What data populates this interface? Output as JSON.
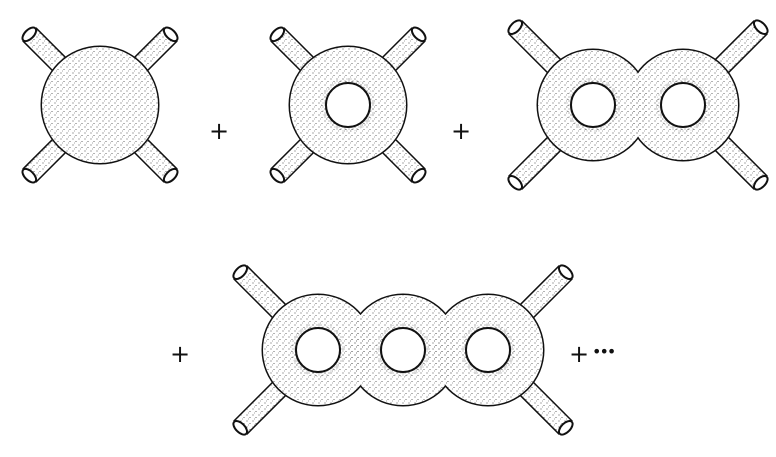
{
  "diagram": {
    "terms": [
      {
        "holes": 0
      },
      {
        "holes": 1
      },
      {
        "holes": 2
      },
      {
        "holes": 3
      }
    ],
    "operators": [
      "+",
      "+",
      "+",
      "+"
    ],
    "ellipsis": "•••",
    "colors": {
      "stroke": "#111111",
      "stipple": "#333333",
      "fill": "#ffffff"
    }
  }
}
